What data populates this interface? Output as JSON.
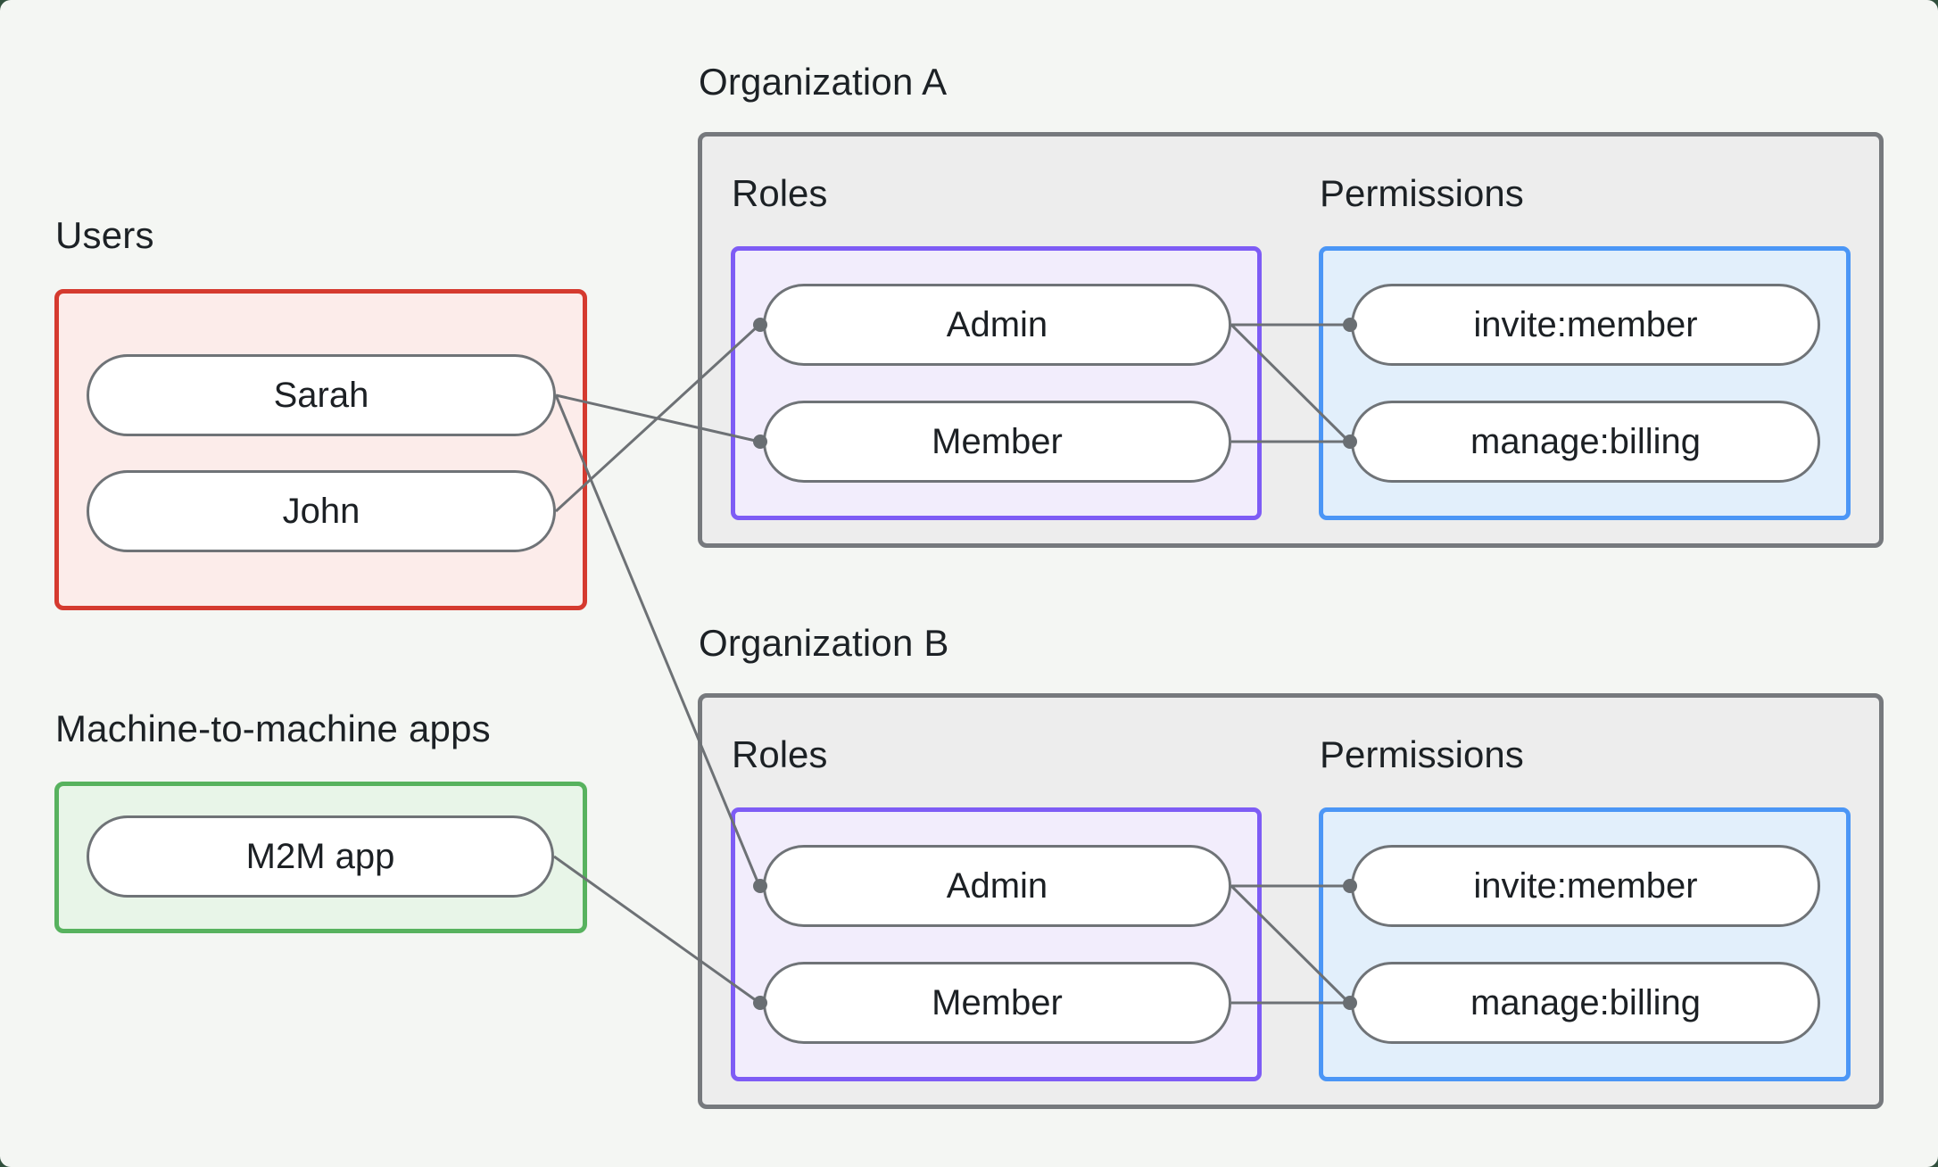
{
  "users": {
    "label": "Users",
    "items": [
      "Sarah",
      "John"
    ]
  },
  "m2m": {
    "label": "Machine-to-machine apps",
    "items": [
      "M2M app"
    ]
  },
  "orgA": {
    "title": "Organization A",
    "roles_label": "Roles",
    "permissions_label": "Permissions",
    "roles": [
      "Admin",
      "Member"
    ],
    "permissions": [
      "invite:member",
      "manage:billing"
    ]
  },
  "orgB": {
    "title": "Organization B",
    "roles_label": "Roles",
    "permissions_label": "Permissions",
    "roles": [
      "Admin",
      "Member"
    ],
    "permissions": [
      "invite:member",
      "manage:billing"
    ]
  },
  "edges": [
    {
      "from": "Sarah",
      "to": "Organization A / Member"
    },
    {
      "from": "Sarah",
      "to": "Organization B / Admin"
    },
    {
      "from": "John",
      "to": "Organization A / Admin"
    },
    {
      "from": "M2M app",
      "to": "Organization B / Member"
    },
    {
      "from": "Organization A / Admin",
      "to": "Organization A / invite:member"
    },
    {
      "from": "Organization A / Admin",
      "to": "Organization A / manage:billing"
    },
    {
      "from": "Organization A / Member",
      "to": "Organization A / manage:billing"
    },
    {
      "from": "Organization B / Admin",
      "to": "Organization B / invite:member"
    },
    {
      "from": "Organization B / Admin",
      "to": "Organization B / manage:billing"
    },
    {
      "from": "Organization B / Member",
      "to": "Organization B / manage:billing"
    }
  ],
  "colors": {
    "background": "#f4f6f3",
    "backdrop": "#31503d",
    "users_border": "#d53a2f",
    "users_fill": "#fcecea",
    "m2m_border": "#57b25e",
    "m2m_fill": "#e8f5e8",
    "org_border": "#76797d",
    "org_fill": "#ededed",
    "roles_border": "#7e5cf5",
    "roles_fill": "#f2edfc",
    "permissions_border": "#4b96f6",
    "permissions_fill": "#e2effb",
    "connector": "#6d7175",
    "text": "#1c2125"
  }
}
